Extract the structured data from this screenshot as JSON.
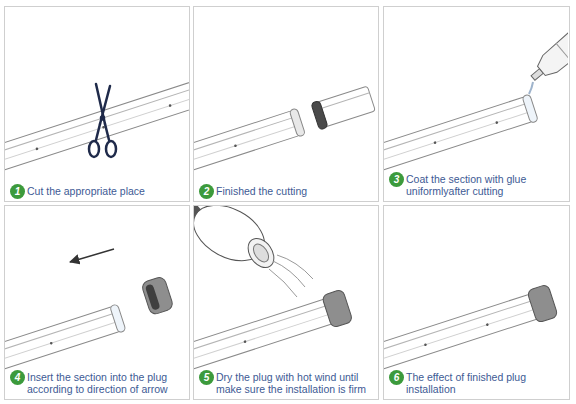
{
  "diagram": {
    "nodes": [
      {
        "text": [
          "Cut the appropriate place"
        ]
      },
      {
        "text": [
          "1"
        ],
        "in": 0
      },
      {
        "text": [
          "Finished the cutting"
        ]
      },
      {
        "text": [
          "2"
        ],
        "in": 2
      },
      {
        "text": [
          "Coat the section with glue uniformlyafter cutting"
        ]
      },
      {
        "text": [
          "3"
        ],
        "in": 4
      },
      {
        "text": [
          "Insert the section into the plug according to direction of arrow"
        ]
      },
      {
        "text": [
          "4"
        ],
        "in": 6
      },
      {
        "text": [
          "Dry the plug with hot wind until make sure the installation is firm"
        ]
      },
      {
        "text": [
          "5"
        ],
        "in": 8
      },
      {
        "text": [
          "The effect of finished plug installation"
        ]
      },
      {
        "text": [
          "6"
        ],
        "in": 10
      }
    ]
  }
}
